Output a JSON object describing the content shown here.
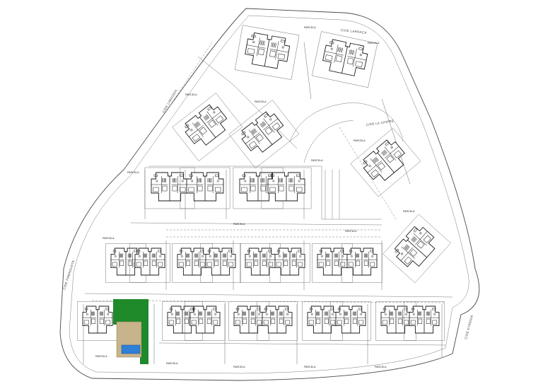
{
  "colors": {
    "ink": "#1a1a1a",
    "lines": "#6a6a6a",
    "garden": "#1e8a2a",
    "paving": "#c8b48a",
    "pool": "#2f7fd6"
  },
  "streets": {
    "north": "C/DE LARNACA",
    "northwest": "C/DE LIMASSOL",
    "middle": "C/DE LA CHIPRE",
    "west": "C/DE FAMAGUSTA",
    "southeast": "C/DE KYRENIA"
  },
  "parcel_label": "PARCELA"
}
